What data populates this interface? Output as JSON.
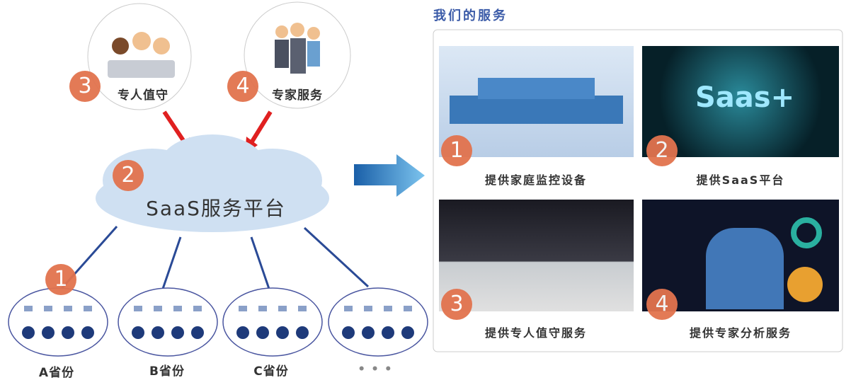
{
  "left_diagram": {
    "roles": [
      {
        "num": "3",
        "label": "专人值守"
      },
      {
        "num": "4",
        "label": "专家服务"
      }
    ],
    "platform": {
      "num": "2",
      "label": "SaaS服务平台"
    },
    "provinces_badge": "1",
    "provinces": [
      "A省份",
      "B省份",
      "C省份",
      "• • •"
    ]
  },
  "right_panel": {
    "title": "我们的服务",
    "services": [
      {
        "num": "1",
        "label": "提供家庭监控设备"
      },
      {
        "num": "2",
        "label": "提供SaaS平台"
      },
      {
        "num": "3",
        "label": "提供专人值守服务"
      },
      {
        "num": "4",
        "label": "提供专家分析服务"
      }
    ],
    "saas_logo": "Saas+"
  },
  "colors": {
    "badge": "#e2734e",
    "title": "#3b5ba8",
    "cloud": "#cfe0f2",
    "line": "#2a4a96",
    "arrow_red": "#e02020"
  }
}
